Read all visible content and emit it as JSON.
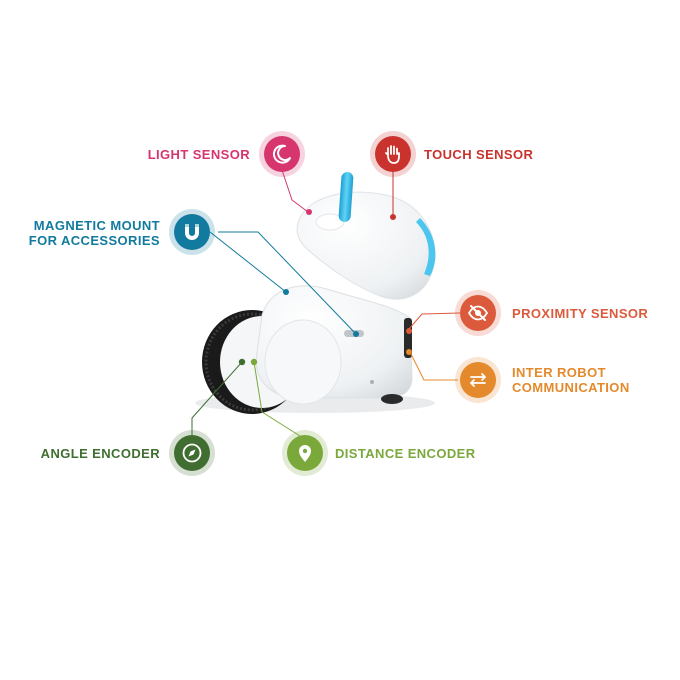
{
  "callouts": {
    "light_sensor": {
      "label": "LIGHT SENSOR",
      "color": "#d6356f",
      "icon": "moon-icon"
    },
    "touch_sensor": {
      "label": "TOUCH SENSOR",
      "color": "#c9332e",
      "icon": "hand-icon"
    },
    "magnetic_mount": {
      "label_line1": "MAGNETIC MOUNT",
      "label_line2": "FOR ACCESSORIES",
      "color": "#127a9e",
      "icon": "magnet-icon"
    },
    "proximity_sensor": {
      "label": "PROXIMITY SENSOR",
      "color": "#dc5a3c",
      "icon": "eye-off-icon"
    },
    "inter_robot": {
      "label_line1": "INTER ROBOT",
      "label_line2": "COMMUNICATION",
      "color": "#e48a2c",
      "icon": "swap-arrows-icon"
    },
    "angle_encoder": {
      "label": "ANGLE ENCODER",
      "color": "#3f6f30",
      "icon": "compass-icon"
    },
    "distance_encoder": {
      "label": "DISTANCE ENCODER",
      "color": "#7aa83c",
      "icon": "location-pin-icon"
    }
  },
  "robot": {
    "antenna_color": "#29b6e8",
    "body_color": "#f3f5f7",
    "wheel_color": "#1c1c1c"
  }
}
